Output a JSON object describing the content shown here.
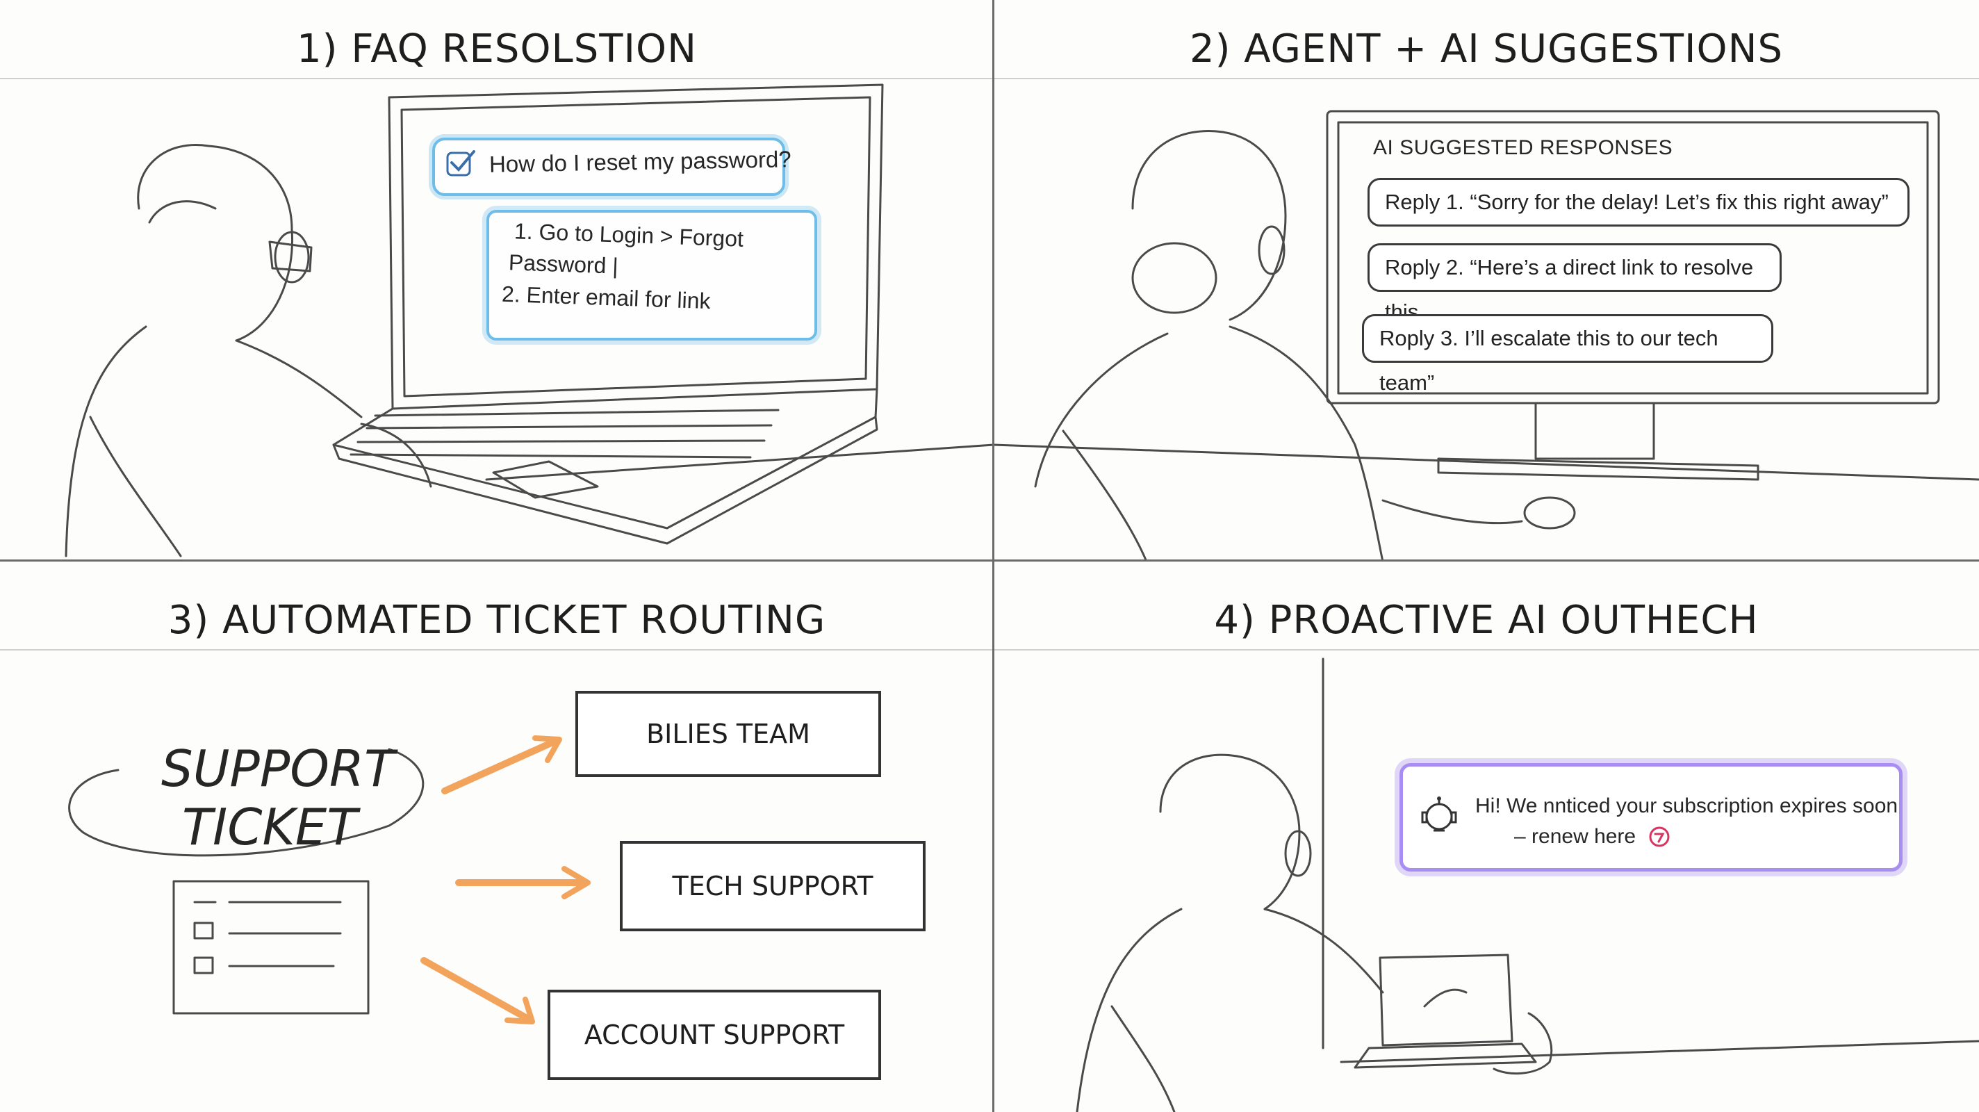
{
  "panels": [
    {
      "title": "1) FAQ RESOLSTION",
      "question": "How do I reset my password?",
      "answer_lines": [
        "1.  Go to Login > Forgot",
        "Password |",
        "2. Enter email for link"
      ]
    },
    {
      "title": "2) AGENT + AI SUGGESTIONS",
      "header": "AI SUGGESTED RESPONSES",
      "replies": [
        "Reply 1.  “Sorry for the delay! Let’s fix this right away”",
        "Roply 2.    “Here’s a direct link to resolve this",
        "Roply 3.  I’ll escalate this to our tech team”"
      ]
    },
    {
      "title": "3) AUTOMATED TICKET ROUTING",
      "ticket_line1": "SUPPORT",
      "ticket_line2": "TICKET",
      "teams": [
        "BILIES TEAM",
        "TECH SUPPORT",
        "ACCOUNT SUPPORT"
      ]
    },
    {
      "title": "4) PROACTIVE AI OUTHECH",
      "message_line1": "Hi! We nnticed your subscription expires soon",
      "message_line2": "– renew here"
    }
  ],
  "colors": {
    "faq_highlight": "#6ebce8",
    "arrow": "#f2a35c",
    "notify_border": "#a88ef2",
    "renew_icon": "#d8345f"
  },
  "icons": [
    "check-icon",
    "robot-icon",
    "link-icon"
  ]
}
